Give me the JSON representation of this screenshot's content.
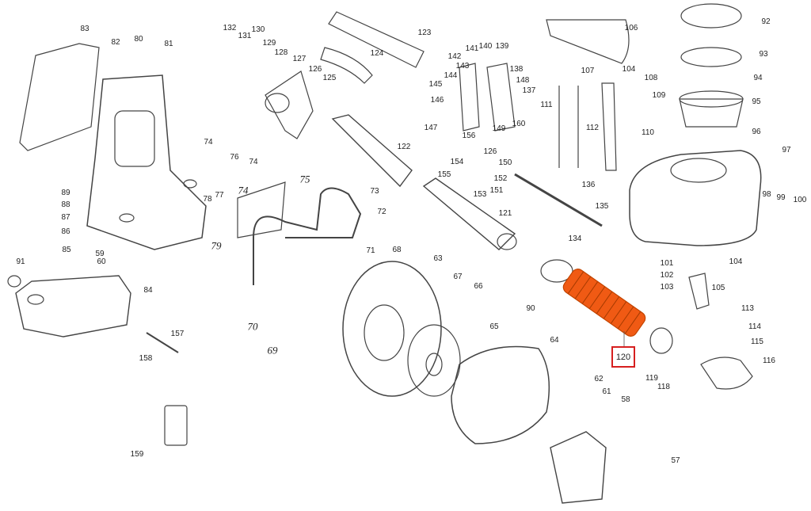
{
  "title": "Backpack blower exploded parts diagram",
  "highlighted_part": "120",
  "colors": {
    "highlight_part": "#f05a14",
    "highlight_box": "#d61f1f",
    "line": "#333333"
  },
  "labels": [
    "83",
    "82",
    "80",
    "81",
    "132",
    "131",
    "130",
    "129",
    "128",
    "127",
    "126",
    "125",
    "123",
    "124",
    "106",
    "92",
    "93",
    "94",
    "95",
    "96",
    "97",
    "141",
    "140",
    "139",
    "142",
    "143",
    "144",
    "138",
    "145",
    "148",
    "137",
    "146",
    "147",
    "149",
    "160",
    "107",
    "104",
    "108",
    "109",
    "111",
    "112",
    "110",
    "74",
    "76",
    "74",
    "77",
    "78",
    "79",
    "89",
    "88",
    "87",
    "86",
    "75",
    "74",
    "73",
    "72",
    "71",
    "122",
    "156",
    "126",
    "154",
    "150",
    "155",
    "152",
    "151",
    "153",
    "136",
    "135",
    "134",
    "121",
    "98",
    "99",
    "100",
    "91",
    "85",
    "59",
    "60",
    "84",
    "68",
    "63",
    "67",
    "66",
    "104",
    "101",
    "102",
    "103",
    "105",
    "90",
    "113",
    "114",
    "115",
    "116",
    "65",
    "64",
    "119",
    "118",
    "70",
    "69",
    "157",
    "158",
    "62",
    "61",
    "58",
    "57",
    "159"
  ]
}
